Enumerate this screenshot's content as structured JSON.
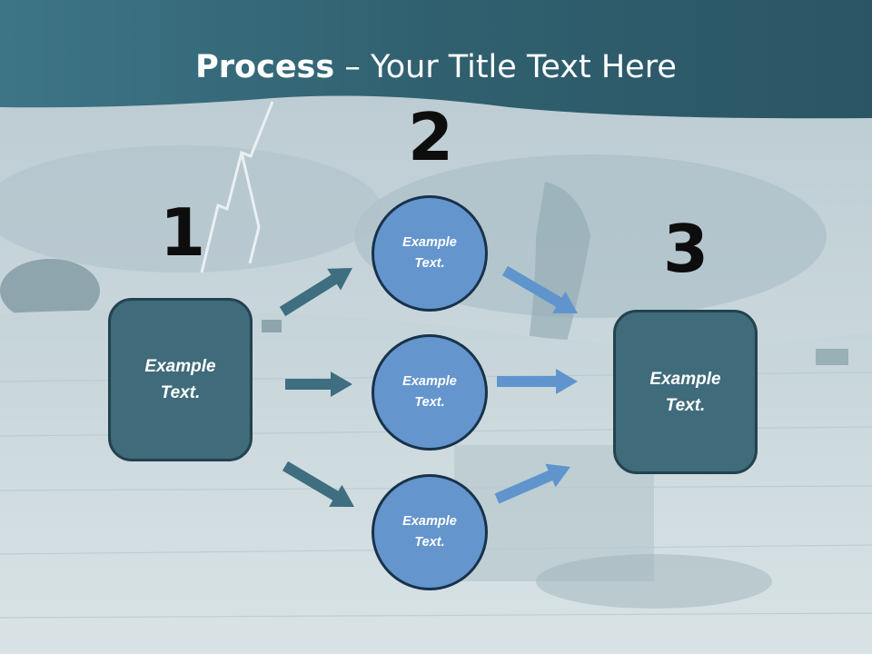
{
  "slide": {
    "title_bold": "Process",
    "title_rest": " – Your Title Text Here"
  },
  "steps": [
    {
      "number": "1",
      "label_line1": "Example",
      "label_line2": "Text."
    },
    {
      "number": "2"
    },
    {
      "number": "3",
      "label_line1": "Example",
      "label_line2": "Text."
    }
  ],
  "circles": [
    {
      "label_line1": "Example",
      "label_line2": "Text."
    },
    {
      "label_line1": "Example",
      "label_line2": "Text."
    },
    {
      "label_line1": "Example",
      "label_line2": "Text."
    }
  ],
  "colors": {
    "header_band": "#2f5f70",
    "box_fill": "#3f6b7b",
    "circle_fill": "#6495cd",
    "arrow_dark": "#3e6e80",
    "arrow_light": "#5f95cc"
  }
}
